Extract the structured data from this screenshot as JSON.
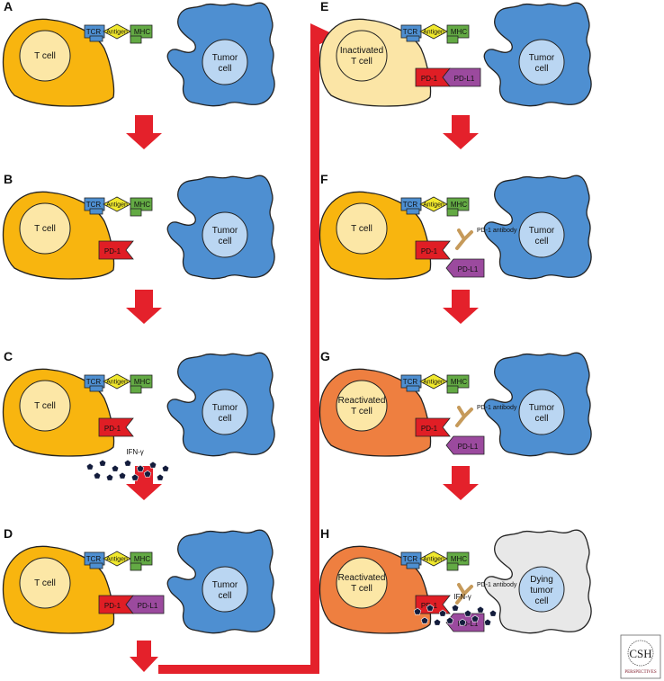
{
  "colors": {
    "t_cell": "#F8B50F",
    "inactivated_t_cell": "#FBE5A6",
    "reactivated_t_cell": "#EE7F40",
    "nucleus": "#FCE7A6",
    "tumor_cell": "#4E8FD1",
    "tumor_nucleus": "#BAD6F2",
    "dying_tumor": "#E8E8E8",
    "tcr": "#4E8FD1",
    "antigen": "#F0E82E",
    "mhc": "#63AA44",
    "pd1": "#E01E25",
    "pdl1": "#9B4A9E",
    "arrow": "#E4212B",
    "antibody": "#C69A5A",
    "ifn": "#131C3C"
  },
  "labels": {
    "tcr": "TCR",
    "antigen": "Antigen",
    "mhc": "MHC",
    "pd1": "PD-1",
    "pdl1": "PD-L1",
    "pd1_antibody": "PD-1 antibody",
    "ifn": "IFN-γ"
  },
  "panels": [
    {
      "id": "A",
      "t_cell": [
        "T cell"
      ],
      "tumor": [
        "Tumor",
        "cell"
      ]
    },
    {
      "id": "B",
      "t_cell": [
        "T cell"
      ],
      "tumor": [
        "Tumor",
        "cell"
      ]
    },
    {
      "id": "C",
      "t_cell": [
        "T cell"
      ],
      "tumor": [
        "Tumor",
        "cell"
      ]
    },
    {
      "id": "D",
      "t_cell": [
        "T cell"
      ],
      "tumor": [
        "Tumor",
        "cell"
      ]
    },
    {
      "id": "E",
      "t_cell": [
        "Inactivated",
        "T cell"
      ],
      "tumor": [
        "Tumor",
        "cell"
      ]
    },
    {
      "id": "F",
      "t_cell": [
        "T cell"
      ],
      "tumor": [
        "Tumor",
        "cell"
      ]
    },
    {
      "id": "G",
      "t_cell": [
        "Reactivated",
        "T cell"
      ],
      "tumor": [
        "Tumor",
        "cell"
      ]
    },
    {
      "id": "H",
      "t_cell": [
        "Reactivated",
        "T cell"
      ],
      "tumor": [
        "Dying",
        "tumor",
        "cell"
      ]
    }
  ],
  "logo": {
    "main": "CSH",
    "sub": "PERSPECTIVES"
  }
}
